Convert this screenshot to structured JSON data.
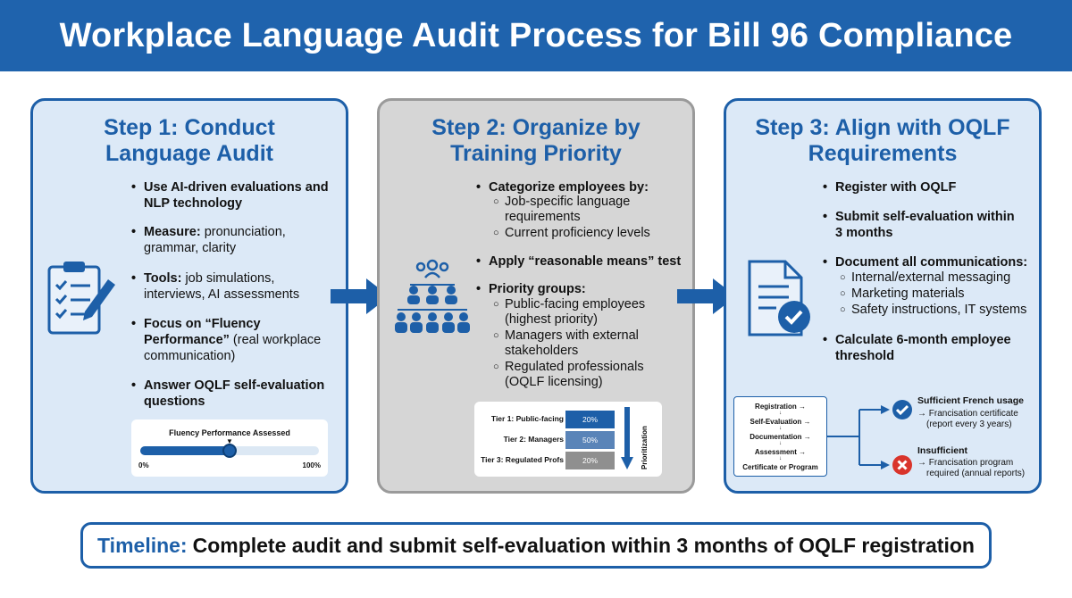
{
  "header": {
    "title": "Workplace Language Audit Process for Bill 96 Compliance"
  },
  "step1": {
    "title_line1": "Step 1: Conduct",
    "title_line2": "Language Audit",
    "bullets": [
      {
        "bold1": "Use AI-driven evaluations and",
        "bold2": "NLP technology"
      },
      {
        "bold": "Measure:",
        "rest1": " pronunciation,",
        "rest2": "grammar, clarity"
      },
      {
        "bold": "Tools:",
        "rest1": " job simulations,",
        "rest2": "interviews, AI assessments"
      },
      {
        "bold1": "Focus on “Fluency",
        "bold2": "Performance”",
        "rest2": " (real workplace",
        "rest3": "communication)"
      },
      {
        "bold1": "Answer OQLF self-evaluation",
        "bold2": "questions"
      }
    ],
    "fluency": {
      "title": "Fluency Performance Assessed",
      "min_label": "0%",
      "max_label": "100%",
      "value": 0.5
    }
  },
  "step2": {
    "title_line1": "Step 2: Organize by",
    "title_line2": "Training Priority",
    "b1": "Categorize employees by:",
    "b1_subs": [
      [
        "Job-specific language",
        "requirements"
      ],
      [
        "Current proficiency levels"
      ]
    ],
    "b2": "Apply “reasonable means” test",
    "b3": "Priority groups:",
    "b3_subs": [
      [
        "Public-facing employees",
        "(highest priority)"
      ],
      [
        "Managers with external",
        "stakeholders"
      ],
      [
        "Regulated professionals",
        "(OQLF licensing)"
      ]
    ],
    "tiers": [
      {
        "label": "Tier 1: Public-facing",
        "value": "20%",
        "color": "#1d5fa8"
      },
      {
        "label": "Tier 2: Managers",
        "value": "50%",
        "color": "#5a84b8"
      },
      {
        "label": "Tier 3: Regulated Profs",
        "value": "20%",
        "color": "#8f8f8f"
      }
    ],
    "axis_label": "Prioritization"
  },
  "step3": {
    "title_line1": "Step 3: Align with OQLF",
    "title_line2": "Requirements",
    "b1": "Register with OQLF",
    "b2_1": "Submit self-evaluation within",
    "b2_2": "3 months",
    "b3": "Document all communications:",
    "b3_subs": [
      "Internal/external messaging",
      "Marketing materials",
      "Safety instructions, IT systems"
    ],
    "b4_1": "Calculate 6-month employee",
    "b4_2": "threshold",
    "flow": [
      "Registration →",
      "Self-Evaluation →",
      "Documentation →",
      "Assessment →",
      "Certificate or Program"
    ],
    "outcome_ok": {
      "title": "Sufficient French usage",
      "line1": "→ Francisation certificate",
      "line2": "(report every 3 years)"
    },
    "outcome_bad": {
      "title": "Insufficient",
      "line1": "→ Francisation program",
      "line2": "required (annual reports)"
    }
  },
  "timeline": {
    "label": "Timeline:",
    "text": "Complete audit and submit self-evaluation within 3 months of OQLF registration"
  },
  "colors": {
    "primary": "#1d5fa8",
    "card_blue": "#dce9f7",
    "card_gray": "#d6d6d6",
    "error": "#d9342b"
  },
  "icons": [
    "clipboard-checklist-icon",
    "people-hierarchy-icon",
    "document-check-icon",
    "arrow-right-icon",
    "check-circle-icon",
    "x-circle-icon"
  ]
}
